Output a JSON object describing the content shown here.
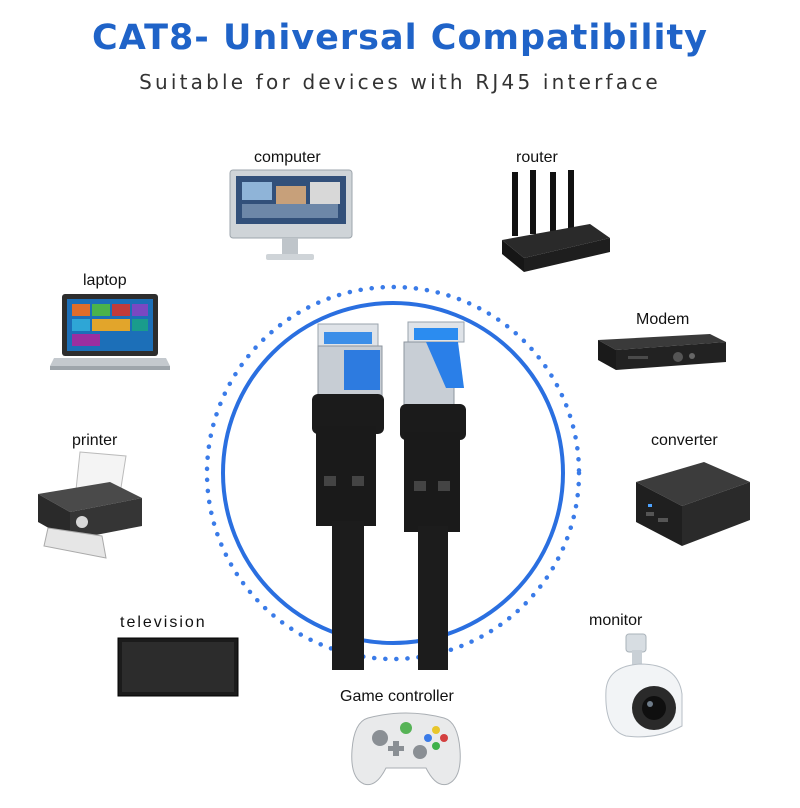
{
  "header": {
    "title": "CAT8- Universal Compatibility",
    "subtitle": "Suitable for devices with RJ45 interface"
  },
  "devices": {
    "computer": "computer",
    "router": "router",
    "laptop": "laptop",
    "modem": "Modem",
    "printer": "printer",
    "converter": "converter",
    "television": "television",
    "monitor": "monitor",
    "game_controller": "Game controller"
  },
  "colors": {
    "accent": "#1f63c8",
    "ring": "#2a6fe0",
    "dots": "#3a7be8"
  },
  "icons": [
    "computer-icon",
    "router-icon",
    "laptop-icon",
    "modem-icon",
    "printer-icon",
    "converter-icon",
    "television-icon",
    "camera-icon",
    "game-controller-icon",
    "ethernet-cable-icon"
  ]
}
